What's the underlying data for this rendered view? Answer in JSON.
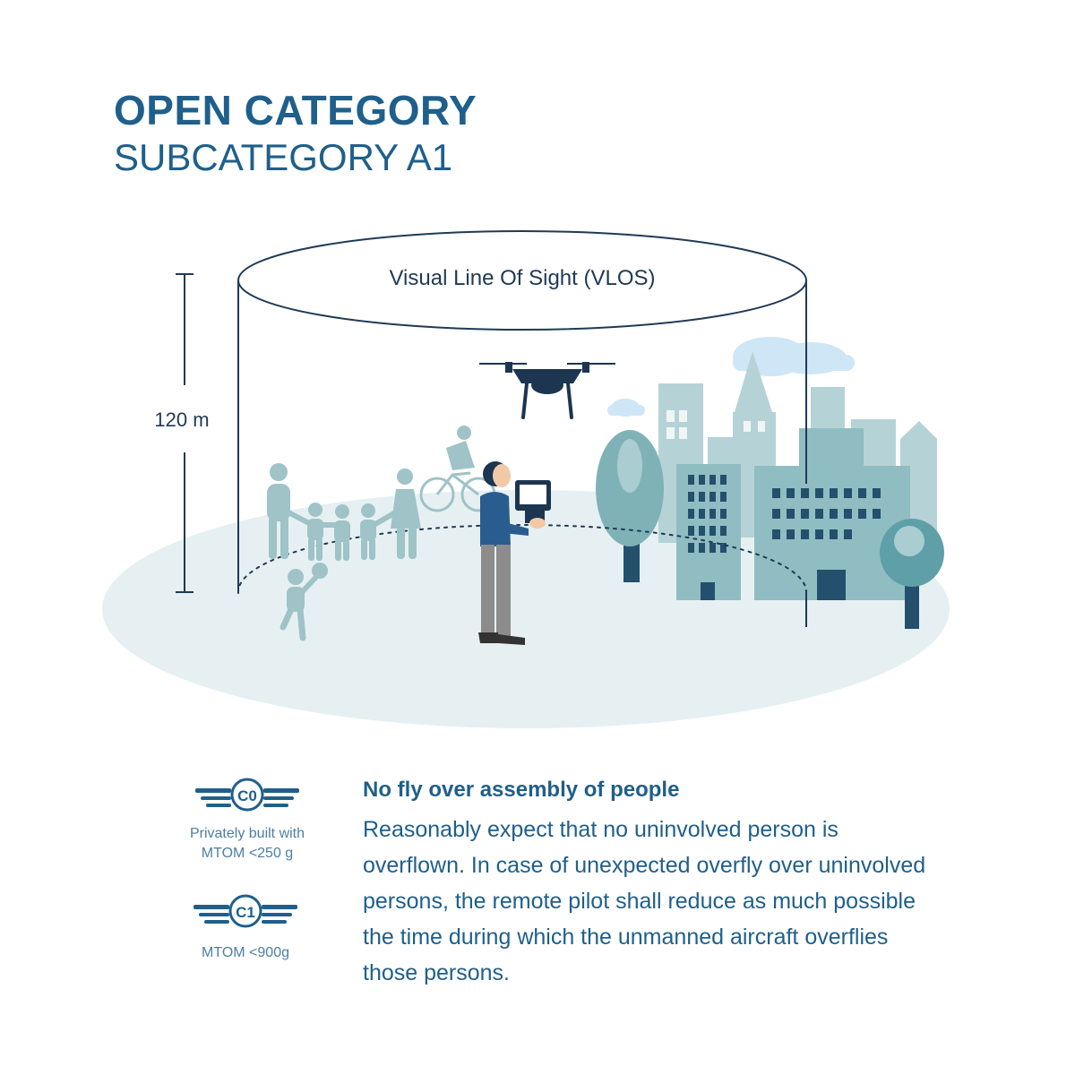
{
  "header": {
    "title": "OPEN CATEGORY",
    "subtitle": "SUBCATEGORY A1"
  },
  "diagram": {
    "cylinder_label": "Visual Line Of Sight (VLOS)",
    "height_label": "120 m"
  },
  "badges": [
    {
      "code": "C0",
      "caption_line1": "Privately built with",
      "caption_line2": "MTOM <250 g"
    },
    {
      "code": "C1",
      "caption_line1": "MTOM <900g"
    }
  ],
  "rule": {
    "heading": "No fly over assembly of people",
    "body": "Reasonably expect that no uninvolved person is overflown. In case of unexpected overfly over uninvolved persons, the remote pilot shall reduce as much possible the time during which the unmanned aircraft overflies those persons."
  },
  "colors": {
    "primary": "#1f5f8b",
    "ground": "#e6f0f2",
    "figure": "#9fc3c7",
    "building_light": "#b5d3d6",
    "building_mid": "#8fbdc2",
    "window_dark": "#24506e",
    "cloud": "#cfe6f6",
    "drone": "#1c3550",
    "pilot_shirt": "#2a5d8f",
    "pilot_pants": "#8c8c8c"
  }
}
